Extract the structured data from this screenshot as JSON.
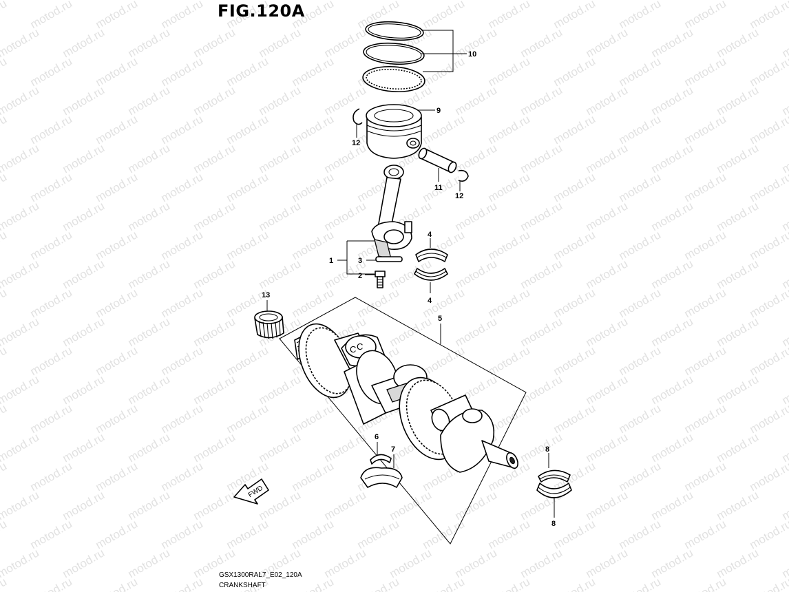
{
  "figure": {
    "title": "FIG.120A",
    "model_code": "GSX1300RAL7_E02_120A",
    "section_name": "CRANKSHAFT"
  },
  "watermark": "motod.ru",
  "fwd_label": "FWD",
  "callouts": [
    {
      "id": "10",
      "part": "piston-rings"
    },
    {
      "id": "9",
      "part": "piston"
    },
    {
      "id": "12",
      "part": "piston-pin-circlip"
    },
    {
      "id": "11",
      "part": "piston-pin"
    },
    {
      "id": "12",
      "part": "piston-pin-circlip"
    },
    {
      "id": "1",
      "part": "conrod-assembly"
    },
    {
      "id": "3",
      "part": "conrod-nut"
    },
    {
      "id": "2",
      "part": "conrod-bolt"
    },
    {
      "id": "4",
      "part": "conrod-bearing-upper"
    },
    {
      "id": "4",
      "part": "conrod-bearing-lower"
    },
    {
      "id": "13",
      "part": "needle-bearing"
    },
    {
      "id": "5",
      "part": "crankshaft"
    },
    {
      "id": "6",
      "part": "thrust-bearing"
    },
    {
      "id": "7",
      "part": "thrust-bearing"
    },
    {
      "id": "8",
      "part": "crankshaft-journal-bearing-upper"
    },
    {
      "id": "8",
      "part": "crankshaft-journal-bearing-lower"
    }
  ]
}
